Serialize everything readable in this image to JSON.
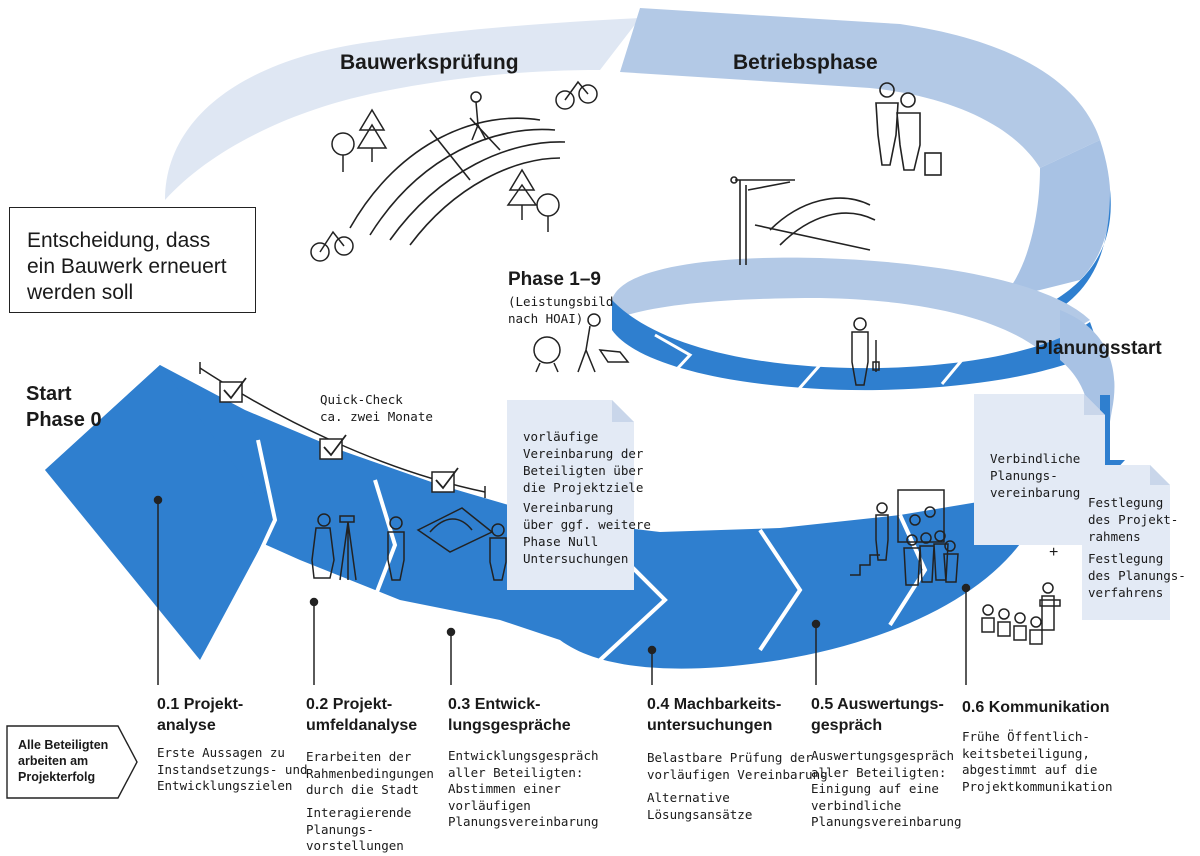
{
  "labels": {
    "bauwerkspruefung": "Bauwerksprüfung",
    "betriebsphase": "Betriebsphase",
    "decision": "Entscheidung, dass\nein Bauwerk erneuert\nwerden soll",
    "phase19": "Phase 1–9",
    "phase19_sub": "(Leistungsbild\nnach HOAI)",
    "planungsstart": "Planungsstart",
    "start_phase0": "Start\nPhase 0",
    "quickcheck": "Quick-Check\nca. zwei Monate",
    "alle_beteiligten": "Alle Beteiligten\narbeiten am\nProjekterfolg",
    "plus": "+"
  },
  "notes": {
    "vorlaeufig_1": "vorläufige\nVereinbarung der\nBeteiligten über\ndie Projektziele",
    "vorlaeufig_2": "Vereinbarung\nüber ggf. weitere\nPhase Null\nUntersuchungen",
    "verbindlich": "Verbindliche\nPlanungs-\nvereinbarung",
    "festlegung_1": "Festlegung\ndes Projekt-\nrahmens",
    "festlegung_2": "Festlegung\ndes Planungs-\nverfahrens"
  },
  "steps": [
    {
      "title": "0.1 Projekt-\nanalyse",
      "desc": "Erste Aussagen zu\nInstandsetzungs- und\nEntwicklungszielen"
    },
    {
      "title": "0.2 Projekt-\numfeldanalyse",
      "desc": "Erarbeiten der\nRahmenbedingungen\ndurch die Stadt",
      "desc2": "Interagierende\nPlanungs-\nvorstellungen"
    },
    {
      "title": "0.3 Entwick-\nlungsgespräche",
      "desc": "Entwicklungsgespräch\naller Beteiligten:\nAbstimmen einer\nvorläufigen\nPlanungsvereinbarung"
    },
    {
      "title": "0.4 Machbarkeits-\nuntersuchungen",
      "desc": "Belastbare Prüfung der\nvorläufigen Vereinbarung",
      "desc2": "Alternative\nLösungsansätze"
    },
    {
      "title": "0.5 Auswertungs-\ngespräch",
      "desc": "Auswertungsgespräch\naller Beteiligten:\nEinigung auf eine\nverbindliche\nPlanungsvereinbarung"
    },
    {
      "title": "0.6 Kommunikation",
      "desc": "Frühe Öffentlich-\nkeitsbeteiligung,\nabgestimmt auf die\nProjektkommunikation"
    }
  ],
  "colors": {
    "blue_dark": "#2f7fcf",
    "blue_mid": "#a8c2e4",
    "blue_light": "#dfe7f3",
    "note_fill": "#e3eaf5",
    "ink": "#1a1a1a"
  }
}
